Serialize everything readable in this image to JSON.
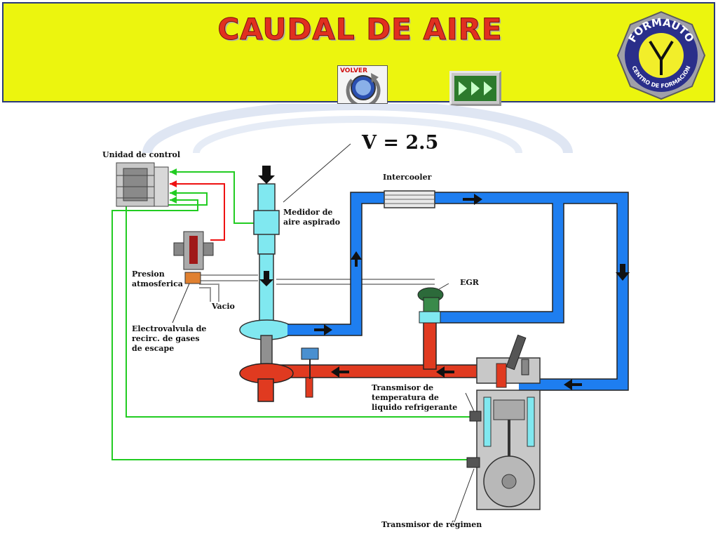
{
  "header": {
    "title": "CAUDAL DE AIRE",
    "volver_label": "VOLVER",
    "next_icon": "triple-play-forward-icon",
    "logo_top_text": "FORMAUTO",
    "logo_bottom_text": "CENTRO DE FORMACION"
  },
  "diagram": {
    "value_display": "V   = 2.5",
    "labels": {
      "unidad_control": "Unidad de control",
      "intercooler": "Intercooler",
      "medidor": "Medidor de\naire aspirado",
      "egr": "EGR",
      "presion": "Presion\natmosferica",
      "vacio": "Vacio",
      "electrovalvula": "Electrovalvula de\nrecirc. de gases\nde escape",
      "transmisor_temp": "Transmisor de\ntemperatura de\nliquido refrigerante",
      "transmisor_regimen": "Transmisor de régimen"
    }
  },
  "colors": {
    "header_bg": "#ecf50e",
    "title": "#e03020",
    "cold_air": "#1e7ef0",
    "exhaust": "#e03a20",
    "intake_meter": "#80e8f0",
    "signal_wire": "#22cc22",
    "control_wire": "#ee1111"
  }
}
